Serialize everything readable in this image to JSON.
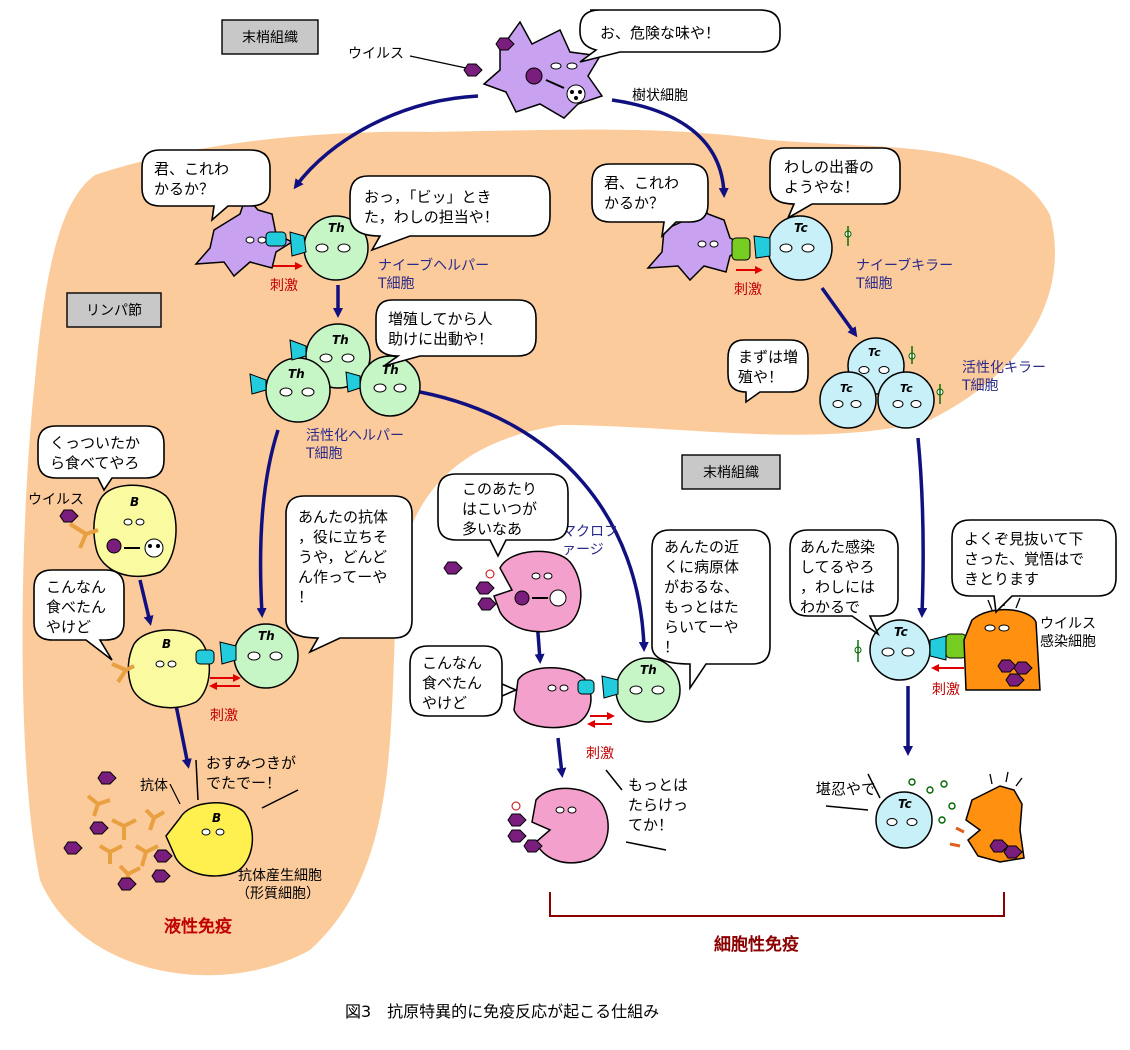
{
  "zones": {
    "peripheral_top": "末梢組織",
    "lymph_node": "リンパ節",
    "peripheral_mid": "末梢組織"
  },
  "labels": {
    "virus_top": "ウイルス",
    "dendritic": "樹状細胞",
    "naive_helper_1": "ナイーブヘルパー",
    "naive_helper_2": "T細胞",
    "naive_killer_1": "ナイーブキラー",
    "naive_killer_2": "T細胞",
    "active_helper_1": "活性化ヘルパー",
    "active_helper_2": "T細胞",
    "active_killer_1": "活性化キラー",
    "active_killer_2": "T細胞",
    "virus_left": "ウイルス",
    "macrophage_1": "マクロフ",
    "macrophage_2": "ァージ",
    "infected_1": "ウイルス",
    "infected_2": "感染細胞",
    "antibody": "抗体",
    "plasma_1": "抗体産生細胞",
    "plasma_2": "（形質細胞）",
    "stim": "刺激",
    "humoral": "液性免疫",
    "cellular": "細胞性免疫",
    "th": "Th",
    "tc": "Tc",
    "b": "B"
  },
  "bubbles": {
    "dendritic": [
      "お、危険な味や！"
    ],
    "dc_helper": [
      "君、これわ",
      "かるか？"
    ],
    "helper_reply": [
      "おっ，「ビッ」とき",
      "た，わしの担当や！"
    ],
    "dc_killer": [
      "君、これわ",
      "かるか？"
    ],
    "killer_reply": [
      "わしの出番の",
      "ようやな！"
    ],
    "active_helper": [
      "増殖してから人",
      "助けに出動や！"
    ],
    "active_killer": [
      "まずは増",
      "殖や！"
    ],
    "b_cell": [
      "くっついたか",
      "ら食べてやろ"
    ],
    "b_to_th": [
      "こんなん",
      "食べたん",
      "やけど"
    ],
    "th_to_b": [
      "あんたの抗体",
      "，役に立ちそ",
      "うや，どんど",
      "ん作ってーや",
      "！"
    ],
    "macro": [
      "このあたり",
      "はこいつが",
      "多いなあ"
    ],
    "macro_to_th": [
      "こんなん",
      "食べたん",
      "やけど"
    ],
    "th_to_macro": [
      "あんたの近",
      "くに病原体",
      "がおるな、",
      "もっとはた",
      "らいてーや",
      "！"
    ],
    "killer_active": [
      "あんた感染",
      "してるやろ",
      "，わしには",
      "わかるで"
    ],
    "infected": [
      "よくぞ見抜いて下",
      "さった、覚悟はで",
      "きとります"
    ],
    "plasma": [
      "おすみつきが",
      "でたでー！"
    ],
    "macro_active": [
      "もっとは",
      "たらけっ",
      "てか！"
    ],
    "killer_kill": [
      "堪忍やで"
    ]
  },
  "caption": "図3　抗原特異的に免疫反応が起こる仕組み",
  "colors": {
    "lymph": "#FCCB9C",
    "dendritic": "#C8A2F0",
    "helper": "#C6F5C6",
    "killer": "#C8F0F8",
    "b_cell": "#FAFAA0",
    "plasma": "#FFF050",
    "macrophage": "#F4A0CC",
    "infected": "#FF9010",
    "virus": "#7A1E7E",
    "antibody": "#E8A040",
    "arrow": "#101080"
  }
}
